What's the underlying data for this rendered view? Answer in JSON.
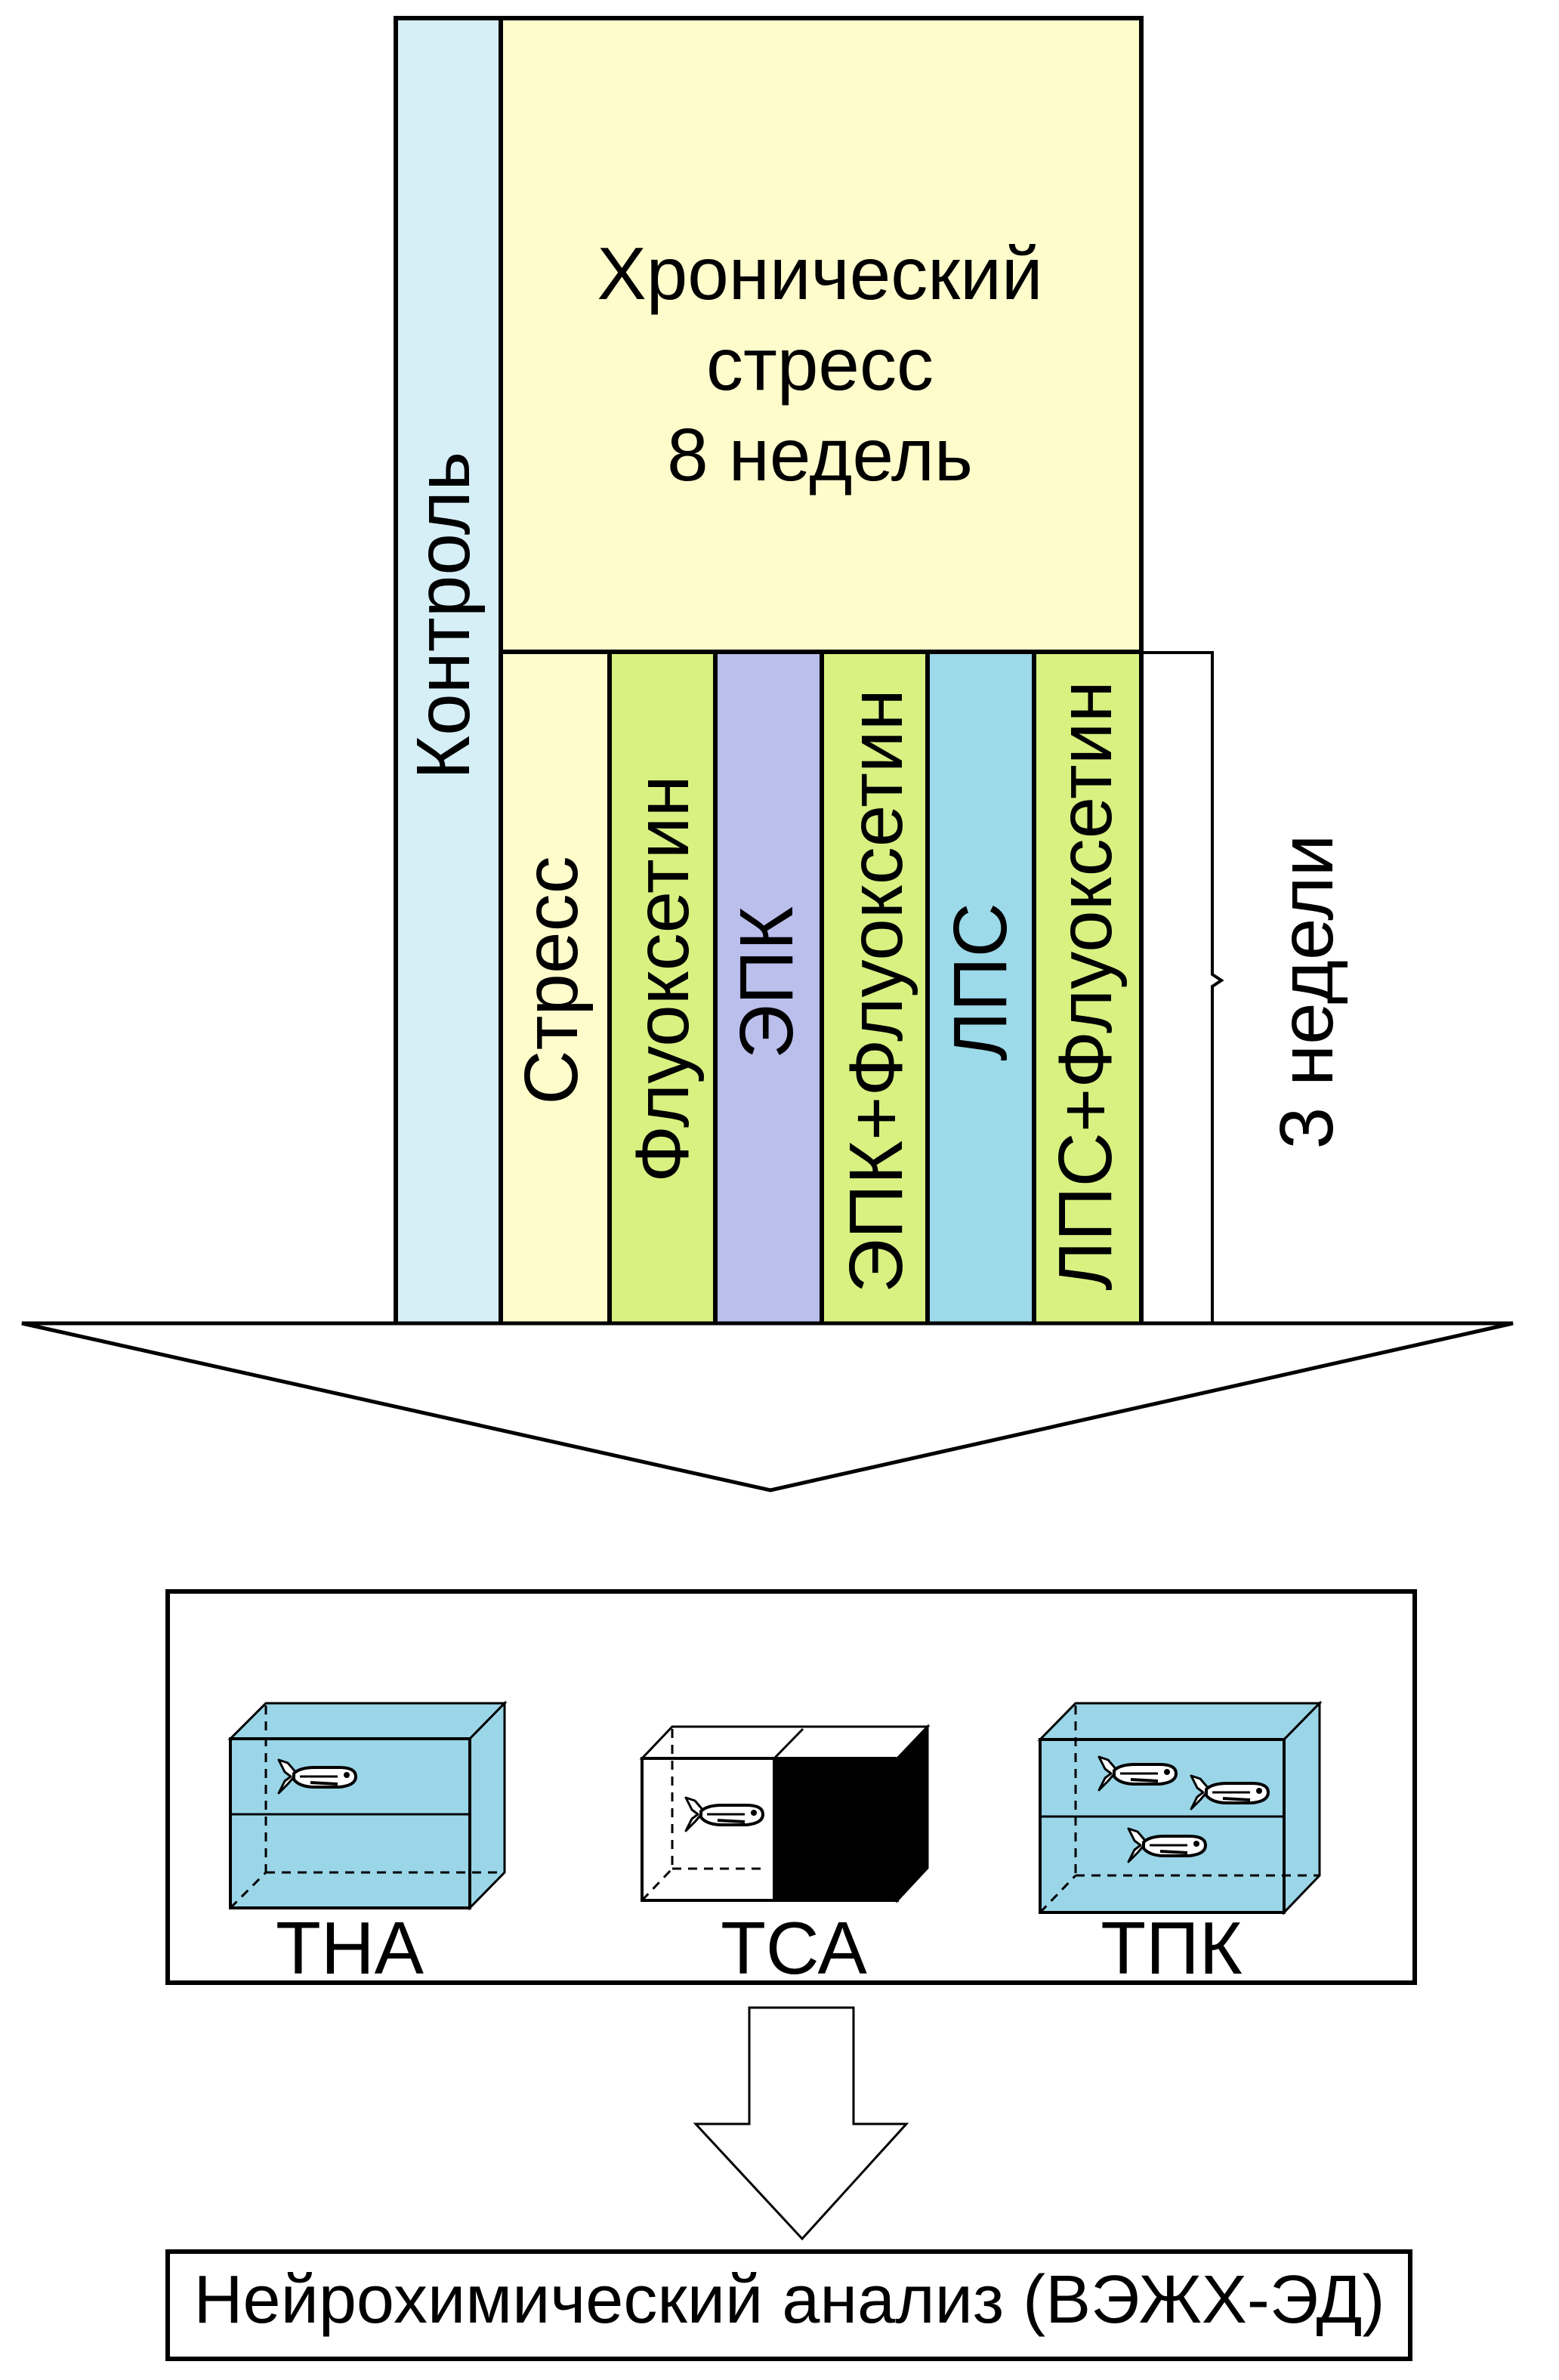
{
  "colors": {
    "control": "#d6eff7",
    "stress": "#fffccc",
    "fluoxetine": "#d8f181",
    "epk": "#babfec",
    "lps": "#9cd9e9",
    "tank_water": "#9bd6e8",
    "line": "#000000"
  },
  "design": {
    "control_label": "Контроль",
    "chronic_stress": {
      "line1": "Хронический",
      "line2": "стресс",
      "line3": "8 недель"
    },
    "groups": [
      {
        "label": "Стресс",
        "color": "#fffccc"
      },
      {
        "label": "Флуоксетин",
        "color": "#d8f181"
      },
      {
        "label": "ЭПК",
        "color": "#babfec"
      },
      {
        "label": "ЭПК+Флуоксетин",
        "color": "#d8f181"
      },
      {
        "label": "ЛПС",
        "color": "#9cd9e9"
      },
      {
        "label": "ЛПС+Флуоксетин",
        "color": "#d8f181"
      }
    ],
    "treatment_duration": "3 недели"
  },
  "tests": [
    {
      "label": "ТНА",
      "fish_count": 1,
      "type": "novel-tank"
    },
    {
      "label": "ТСА",
      "fish_count": 1,
      "type": "light-dark"
    },
    {
      "label": "ТПК",
      "fish_count": 3,
      "type": "shoaling"
    }
  ],
  "final_step": "Нейрохимический анализ (ВЭЖХ-ЭД)",
  "icons": {
    "big_arrow": "down-arrow-wide",
    "small_arrow": "down-arrow",
    "fish": "zebrafish-icon",
    "tank": "aquarium-tank-icon"
  }
}
